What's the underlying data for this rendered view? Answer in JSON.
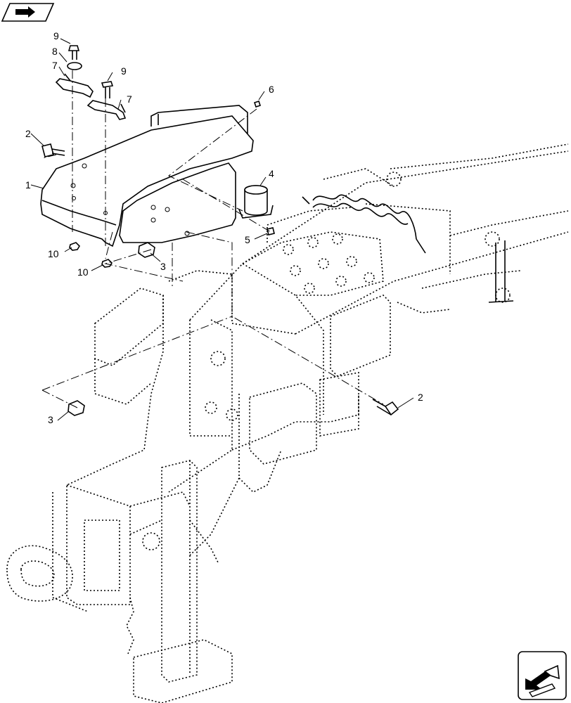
{
  "callouts": {
    "c1": "1",
    "c2a": "2",
    "c2b": "2",
    "c3a": "3",
    "c3b": "3",
    "c4": "4",
    "c5": "5",
    "c6": "6",
    "c7a": "7",
    "c7b": "7",
    "c8": "8",
    "c9a": "9",
    "c9b": "9",
    "c10a": "10",
    "c10b": "10"
  },
  "icons": {
    "top_left": "book-arrow-icon",
    "bottom_right": "direction-arrow-icon"
  }
}
